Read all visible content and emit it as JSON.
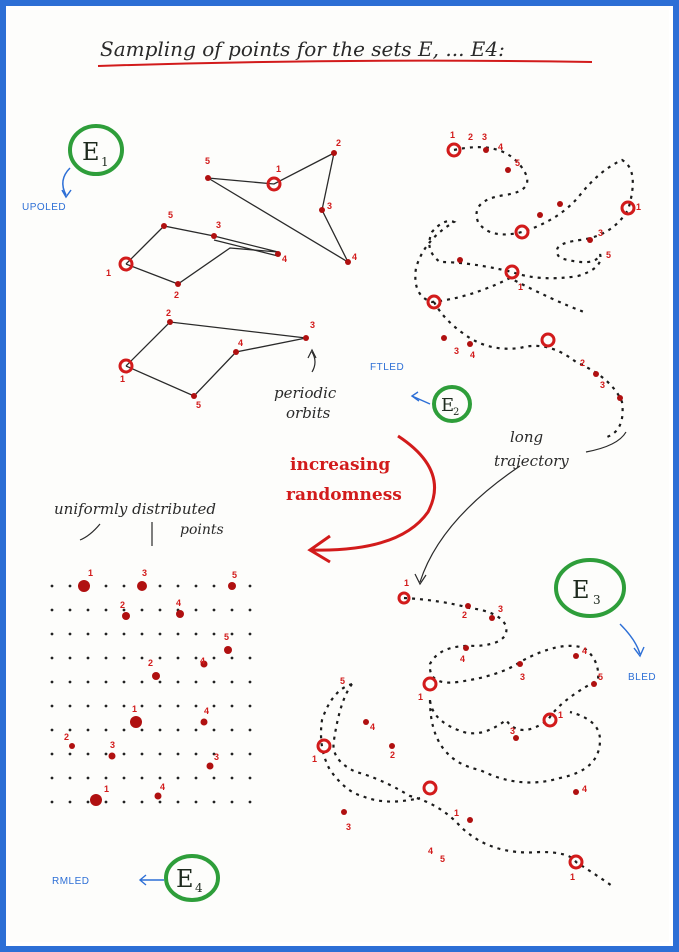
{
  "title": "Sampling of points for the sets E, ... E4:",
  "sets": [
    {
      "id": "E1",
      "letter": "E",
      "sub": "1",
      "method": "UPOLED"
    },
    {
      "id": "E2",
      "letter": "E",
      "sub": "2",
      "method": "FTLED"
    },
    {
      "id": "E3",
      "letter": "E",
      "sub": "3",
      "method": "BLED"
    },
    {
      "id": "E4",
      "letter": "E",
      "sub": "4",
      "method": "RMLED"
    }
  ],
  "annotations": {
    "periodic": [
      "periodic",
      "orbits"
    ],
    "long": [
      "long",
      "trajectory"
    ],
    "uniform": [
      "uniformly distributed",
      "points"
    ],
    "randomness": [
      "increasing",
      "randomness"
    ]
  },
  "point_labels": [
    "1",
    "2",
    "3",
    "4",
    "5"
  ],
  "colors": {
    "frame": "#2d6fd6",
    "circle": "#2e9e3a",
    "accent_red": "#d21b1b",
    "ink": "#2a2a2a",
    "method_blue": "#2d6fd6"
  }
}
